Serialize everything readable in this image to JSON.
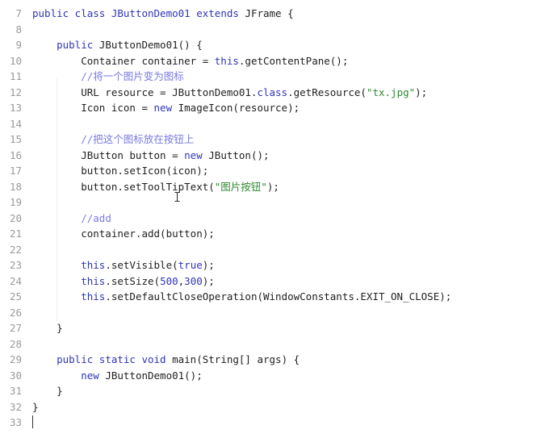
{
  "editor": {
    "lines": [
      {
        "num": "7",
        "tokens": [
          {
            "t": "kw",
            "v": "public class "
          },
          {
            "t": "cls",
            "v": "JButtonDemo01"
          },
          {
            "t": "kw",
            "v": " extends "
          },
          {
            "t": "plain",
            "v": "JFrame {"
          }
        ]
      },
      {
        "num": "8",
        "tokens": []
      },
      {
        "num": "9",
        "tokens": [
          {
            "t": "plain",
            "v": "    "
          },
          {
            "t": "kw",
            "v": "public "
          },
          {
            "t": "plain",
            "v": "JButtonDemo01() {"
          }
        ]
      },
      {
        "num": "10",
        "tokens": [
          {
            "t": "plain",
            "v": "        Container container = "
          },
          {
            "t": "kw",
            "v": "this"
          },
          {
            "t": "plain",
            "v": ".getContentPane();"
          }
        ]
      },
      {
        "num": "11",
        "tokens": [
          {
            "t": "plain",
            "v": "        "
          },
          {
            "t": "com",
            "v": "//将一个图片变为图标"
          }
        ]
      },
      {
        "num": "12",
        "tokens": [
          {
            "t": "plain",
            "v": "        URL resource = JButtonDemo01."
          },
          {
            "t": "kw",
            "v": "class"
          },
          {
            "t": "plain",
            "v": ".getResource("
          },
          {
            "t": "str",
            "v": "\"tx.jpg\""
          },
          {
            "t": "plain",
            "v": ");"
          }
        ]
      },
      {
        "num": "13",
        "tokens": [
          {
            "t": "plain",
            "v": "        Icon icon = "
          },
          {
            "t": "kw",
            "v": "new "
          },
          {
            "t": "plain",
            "v": "ImageIcon(resource);"
          }
        ]
      },
      {
        "num": "14",
        "tokens": []
      },
      {
        "num": "15",
        "tokens": [
          {
            "t": "plain",
            "v": "        "
          },
          {
            "t": "com",
            "v": "//把这个图标放在按钮上"
          }
        ]
      },
      {
        "num": "16",
        "tokens": [
          {
            "t": "plain",
            "v": "        JButton button = "
          },
          {
            "t": "kw",
            "v": "new "
          },
          {
            "t": "plain",
            "v": "JButton();"
          }
        ]
      },
      {
        "num": "17",
        "tokens": [
          {
            "t": "plain",
            "v": "        button.setIcon(icon);"
          }
        ]
      },
      {
        "num": "18",
        "tokens": [
          {
            "t": "plain",
            "v": "        button.setToolTipText("
          },
          {
            "t": "str",
            "v": "\"图片按钮\""
          },
          {
            "t": "plain",
            "v": ");"
          }
        ]
      },
      {
        "num": "19",
        "tokens": []
      },
      {
        "num": "20",
        "tokens": [
          {
            "t": "plain",
            "v": "        "
          },
          {
            "t": "com",
            "v": "//add"
          }
        ]
      },
      {
        "num": "21",
        "tokens": [
          {
            "t": "plain",
            "v": "        container.add(button);"
          }
        ]
      },
      {
        "num": "22",
        "tokens": []
      },
      {
        "num": "23",
        "tokens": [
          {
            "t": "plain",
            "v": "        "
          },
          {
            "t": "kw",
            "v": "this"
          },
          {
            "t": "plain",
            "v": ".setVisible("
          },
          {
            "t": "kw",
            "v": "true"
          },
          {
            "t": "plain",
            "v": ");"
          }
        ]
      },
      {
        "num": "24",
        "tokens": [
          {
            "t": "plain",
            "v": "        "
          },
          {
            "t": "kw",
            "v": "this"
          },
          {
            "t": "plain",
            "v": ".setSize("
          },
          {
            "t": "kw",
            "v": "500"
          },
          {
            "t": "plain",
            "v": ","
          },
          {
            "t": "kw",
            "v": "300"
          },
          {
            "t": "plain",
            "v": ");"
          }
        ]
      },
      {
        "num": "25",
        "tokens": [
          {
            "t": "plain",
            "v": "        "
          },
          {
            "t": "kw",
            "v": "this"
          },
          {
            "t": "plain",
            "v": ".setDefaultCloseOperation(WindowConstants.EXIT_ON_CLOSE);"
          }
        ]
      },
      {
        "num": "26",
        "tokens": []
      },
      {
        "num": "27",
        "tokens": [
          {
            "t": "plain",
            "v": "    }"
          }
        ]
      },
      {
        "num": "28",
        "tokens": []
      },
      {
        "num": "29",
        "tokens": [
          {
            "t": "plain",
            "v": "    "
          },
          {
            "t": "kw",
            "v": "public static void "
          },
          {
            "t": "plain",
            "v": "main(String[] args) {"
          }
        ]
      },
      {
        "num": "30",
        "tokens": [
          {
            "t": "plain",
            "v": "        "
          },
          {
            "t": "kw",
            "v": "new "
          },
          {
            "t": "plain",
            "v": "JButtonDemo01();"
          }
        ]
      },
      {
        "num": "31",
        "tokens": [
          {
            "t": "plain",
            "v": "    }"
          }
        ]
      },
      {
        "num": "32",
        "tokens": [
          {
            "t": "plain",
            "v": "}"
          }
        ]
      },
      {
        "num": "33",
        "tokens": []
      }
    ],
    "colors": {
      "keyword": "#2f35b7",
      "string": "#2f8a2f",
      "comment": "#7a7ae0",
      "text": "#1f1f1f",
      "gutter": "#9a9a9a"
    },
    "text_cursor_line": "33",
    "mouse_pointer_icon": "ibeam-cursor-icon"
  }
}
